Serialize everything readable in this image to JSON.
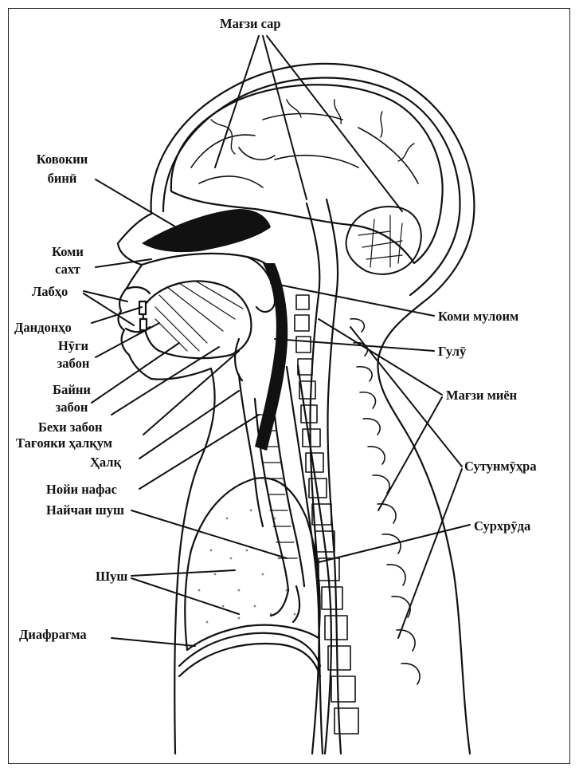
{
  "labels": {
    "brain": "Мағзи сар",
    "nasal_cavity_1": "Ковокии",
    "nasal_cavity_2": "бинӣ",
    "hard_palate_1": "Коми",
    "hard_palate_2": "сахт",
    "lips": "Лабҳо",
    "teeth": "Дандонҳо",
    "tongue_tip_1": "Нӯги",
    "tongue_tip_2": "забон",
    "tongue_mid_1": "Байни",
    "tongue_mid_2": "забон",
    "tongue_back": "Бехи забон",
    "epiglottis": "Тағояки ҳалқум",
    "larynx": "Ҳалқ",
    "trachea": "Нойи нафас",
    "bronchus": "Найчаи шуш",
    "lungs": "Шуш",
    "diaphragm": "Диафрагма",
    "soft_palate": "Коми мулоим",
    "pharynx": "Гулӯ",
    "spinal_cord": "Мағзи миён",
    "spine": "Сутунмӯҳра",
    "esophagus": "Сурхрӯда"
  }
}
